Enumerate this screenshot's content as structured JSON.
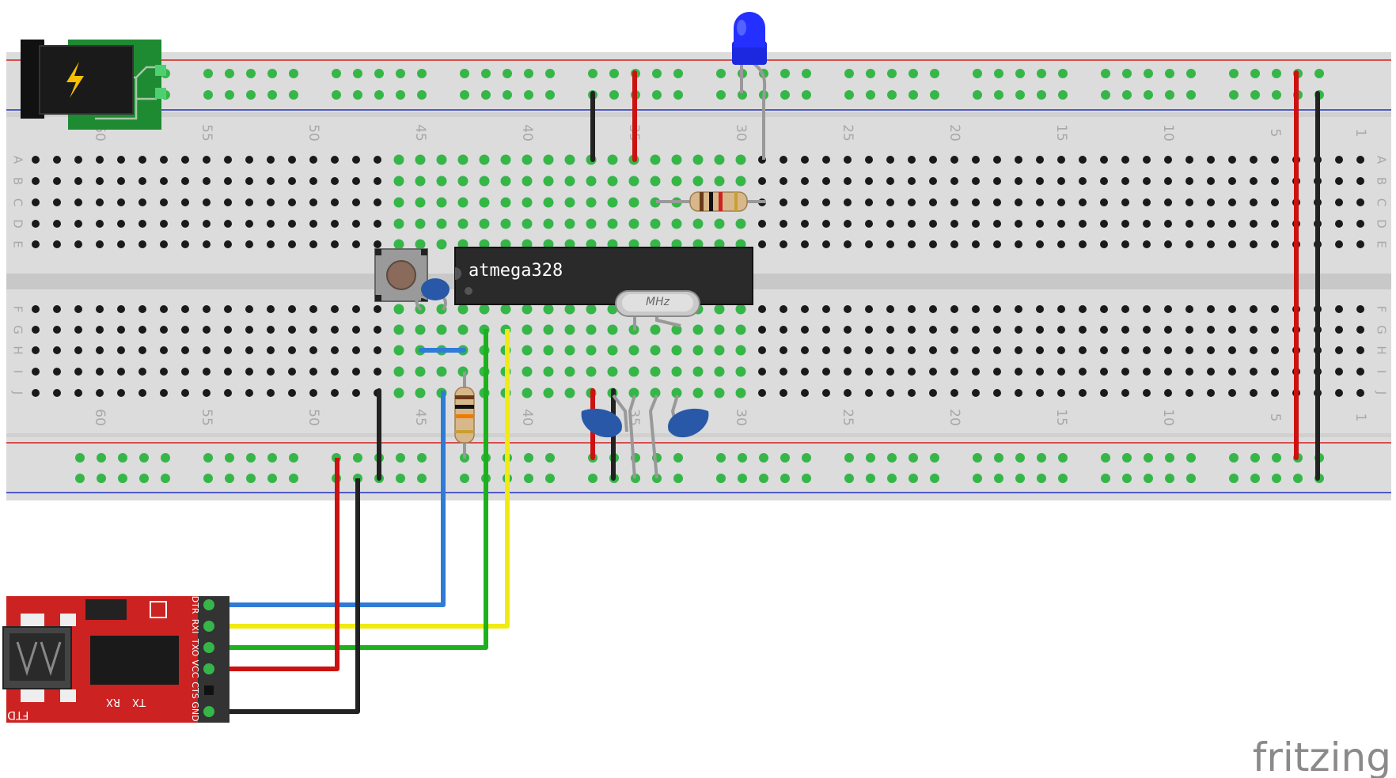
{
  "breadboard": {
    "column_numbers": [
      "60",
      "55",
      "50",
      "45",
      "40",
      "35",
      "30",
      "25",
      "20",
      "15",
      "10",
      "5",
      "1"
    ],
    "row_letters_top": [
      "A",
      "B",
      "C",
      "D",
      "E"
    ],
    "row_letters_bottom": [
      "F",
      "G",
      "H",
      "I",
      "J"
    ]
  },
  "chip": {
    "label": "atmega328"
  },
  "crystal": {
    "label": "MHz"
  },
  "ftdi": {
    "title": "FTDI Basic",
    "tx_label": "TX",
    "rx_label": "RX",
    "pins": [
      "DTR",
      "RXI",
      "TXO",
      "VCC",
      "CTS",
      "GND"
    ]
  },
  "branding": {
    "logo": "fritzing"
  },
  "colors": {
    "wire_red": "#cc1111",
    "wire_black": "#222222",
    "wire_blue": "#2f7bd6",
    "wire_green": "#1db11d",
    "wire_yellow": "#f0ea10",
    "board": "#dcdcdc",
    "led": "#2330ff",
    "ftdi_board": "#cc2222",
    "power_jack_board": "#1e8a32"
  },
  "icons": {
    "power": "lightning-bolt-icon"
  }
}
